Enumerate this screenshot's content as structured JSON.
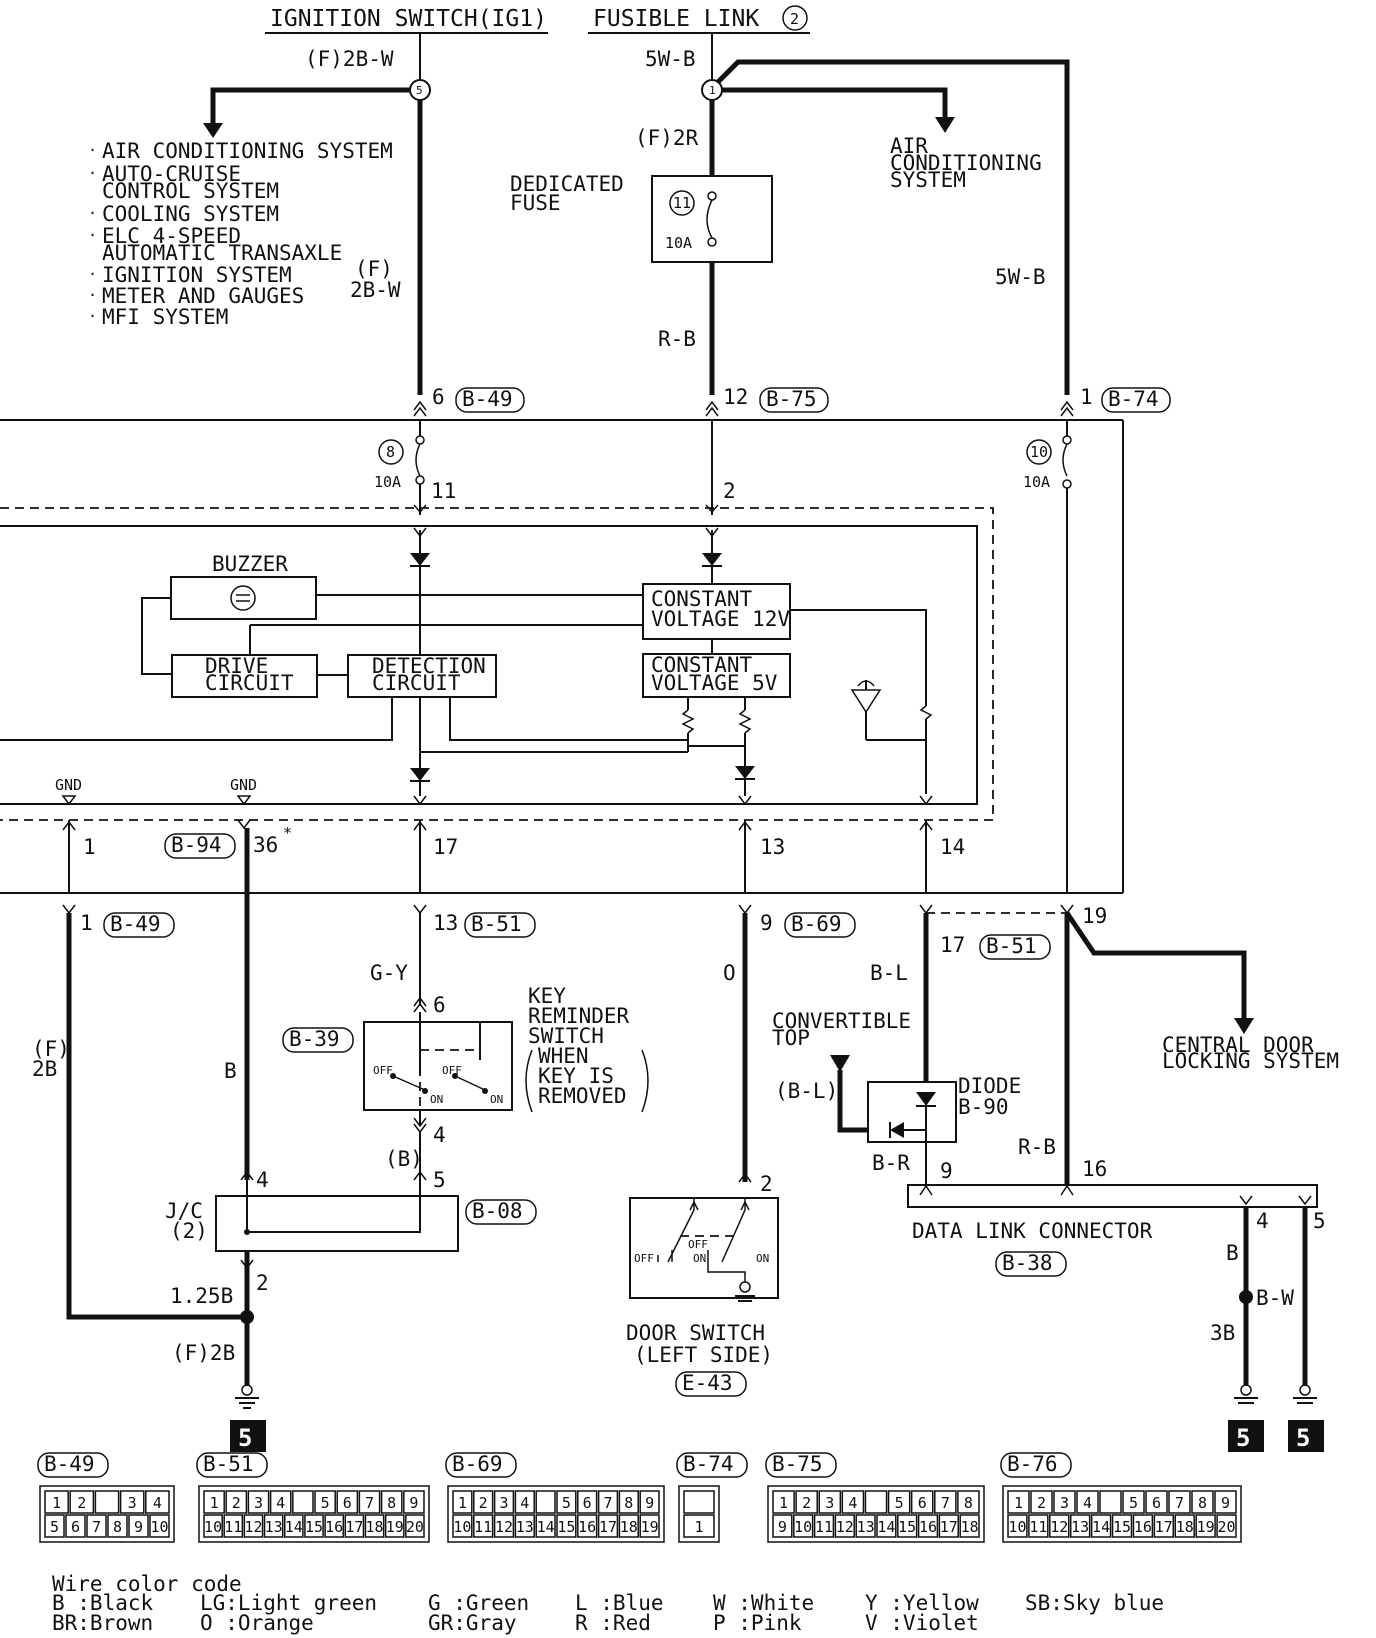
{
  "sources": {
    "ignition": "IGNITION SWITCH(IG1)",
    "fusible": "FUSIBLE LINK",
    "fusible_num": "2"
  },
  "wires": {
    "f2bw_top": "(F)2B-W",
    "f2bw_mid_1": "(F)",
    "f2bw_mid_2": "2B-W",
    "w5wb_top": "5W-B",
    "w5wb_right": "5W-B",
    "f2r": "(F)2R",
    "rb_mid": "R-B",
    "gy": "G-Y",
    "o": "O",
    "bl": "B-L",
    "bl_paren": "(B-L)",
    "br": "B-R",
    "rb_low": "R-B",
    "b_left": "B",
    "f2b_1": "(F)",
    "f2b_2": "2B",
    "b_paren": "(B)",
    "w125b": "1.25B",
    "f2b_bottom": "(F)2B",
    "b_right": "B",
    "bw": "B-W",
    "w3b": "3B"
  },
  "junctions": {
    "j5": "5",
    "j1": "1"
  },
  "systems_list": [
    "AIR CONDITIONING SYSTEM",
    "AUTO-CRUISE",
    "CONTROL SYSTEM",
    "COOLING SYSTEM",
    "ELC 4-SPEED",
    "AUTOMATIC TRANSAXLE",
    "IGNITION SYSTEM",
    "METER AND GAUGES",
    "MFI SYSTEM"
  ],
  "ac_right": [
    "AIR",
    "CONDITIONING",
    "SYSTEM"
  ],
  "dedicated_fuse": {
    "label_1": "DEDICATED",
    "label_2": "FUSE",
    "num": "11",
    "amp": "10A"
  },
  "fuse8": {
    "num": "8",
    "amp": "10A"
  },
  "fuse10": {
    "num": "10",
    "amp": "10A"
  },
  "connectors_top": {
    "b49": {
      "pin": "6",
      "id": "B-49"
    },
    "b75": {
      "pin": "12",
      "id": "B-75"
    },
    "b74": {
      "pin": "1",
      "id": "B-74"
    }
  },
  "pins_upper": {
    "p11": "11",
    "p2": "2"
  },
  "etacs": {
    "buzzer": "BUZZER",
    "cv12_1": "CONSTANT",
    "cv12_2": "VOLTAGE 12V",
    "drive_1": "DRIVE",
    "drive_2": "CIRCUIT",
    "detect_1": "DETECTION",
    "detect_2": "CIRCUIT",
    "cv5_1": "CONSTANT",
    "cv5_2": "VOLTAGE 5V",
    "gnd1": "GND",
    "gnd2": "GND"
  },
  "pins_lower": {
    "p1": "1",
    "b94": "B-94",
    "p36": "36",
    "star": "*",
    "p17": "17",
    "p13": "13",
    "p14": "14"
  },
  "connectors_mid": {
    "b49": {
      "pin": "1",
      "id": "B-49"
    },
    "b51": {
      "pin": "13",
      "id": "B-51"
    },
    "b69": {
      "pin": "9",
      "id": "B-69"
    },
    "b51b": {
      "pin": "17",
      "id": "B-51"
    },
    "p19": "19"
  },
  "central_door": [
    "CENTRAL DOOR",
    "LOCKING SYSTEM"
  ],
  "key_switch": {
    "conn": "B-39",
    "pin_top": "6",
    "pin_bot": "4",
    "label": [
      "KEY",
      "REMINDER",
      "SWITCH",
      "WHEN",
      "KEY IS",
      "REMOVED"
    ],
    "off1": "OFF",
    "on1": "ON",
    "off2": "OFF",
    "on2": "ON"
  },
  "jc": {
    "label_1": "J/C",
    "label_2": "(2)",
    "conn": "B-08",
    "p4": "4",
    "p5": "5",
    "p2": "2"
  },
  "door_switch": {
    "pin": "2",
    "off1": "OFF",
    "off2": "OFF",
    "on1": "ON",
    "on2": "ON",
    "name_1": "DOOR SWITCH",
    "name_2": "(LEFT SIDE)",
    "conn": "E-43"
  },
  "convertible": {
    "label_1": "CONVERTIBLE",
    "label_2": "TOP"
  },
  "diode": {
    "label": "DIODE",
    "conn": "B-90"
  },
  "dlc": {
    "name": "DATA LINK CONNECTOR",
    "conn": "B-38",
    "p9": "9",
    "p16": "16",
    "p4": "4",
    "p5": "5"
  },
  "ground_marks": [
    "5",
    "5",
    "5"
  ],
  "connector_faces": [
    {
      "id": "B-49",
      "rows": [
        [
          "1",
          "2",
          "",
          "3",
          "4"
        ],
        [
          "5",
          "6",
          "7",
          "8",
          "9",
          "10"
        ]
      ]
    },
    {
      "id": "B-51",
      "rows": [
        [
          "1",
          "2",
          "3",
          "4",
          "",
          "5",
          "6",
          "7",
          "8",
          "9"
        ],
        [
          "10",
          "11",
          "12",
          "13",
          "14",
          "15",
          "16",
          "17",
          "18",
          "19",
          "20"
        ]
      ]
    },
    {
      "id": "B-69",
      "rows": [
        [
          "1",
          "2",
          "3",
          "4",
          "",
          "5",
          "6",
          "7",
          "8",
          "9"
        ],
        [
          "10",
          "11",
          "12",
          "13",
          "14",
          "15",
          "16",
          "17",
          "18",
          "19"
        ]
      ]
    },
    {
      "id": "B-74",
      "rows": [
        [
          ""
        ],
        [
          "1"
        ]
      ]
    },
    {
      "id": "B-75",
      "rows": [
        [
          "1",
          "2",
          "3",
          "4",
          "",
          "5",
          "6",
          "7",
          "8"
        ],
        [
          "9",
          "10",
          "11",
          "12",
          "13",
          "14",
          "15",
          "16",
          "17",
          "18"
        ]
      ]
    },
    {
      "id": "B-76",
      "rows": [
        [
          "1",
          "2",
          "3",
          "4",
          "",
          "5",
          "6",
          "7",
          "8",
          "9"
        ],
        [
          "10",
          "11",
          "12",
          "13",
          "14",
          "15",
          "16",
          "17",
          "18",
          "19",
          "20"
        ]
      ]
    }
  ],
  "legend": {
    "title": "Wire color code",
    "entries": [
      "B :Black",
      "BR:Brown",
      "LG:Light green",
      "O :Orange",
      "G :Green",
      "GR:Gray",
      "L :Blue",
      "R :Red",
      "W :White",
      "P :Pink",
      "Y :Yellow",
      "V :Violet",
      "SB:Sky blue"
    ]
  }
}
